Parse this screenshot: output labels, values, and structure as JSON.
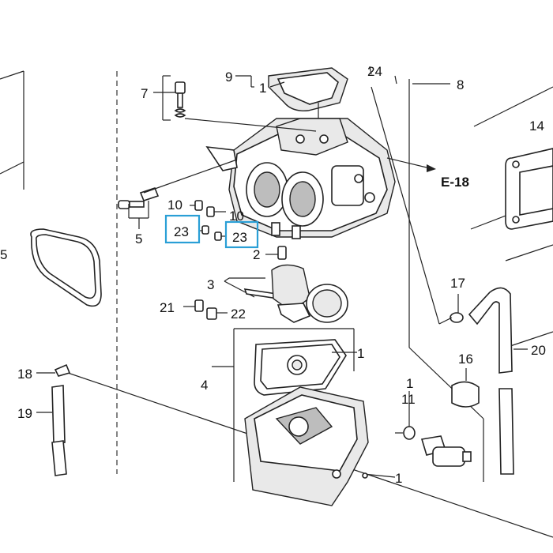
{
  "labels": {
    "p1_top": "1",
    "p1_gasket": "1",
    "p1_tube": "1",
    "p1_bottom": "1",
    "p2": "2",
    "p3": "3",
    "p4": "4",
    "p5_oring": "5",
    "p5_screw": "5",
    "p7": "7",
    "p8": "8",
    "p9": "9",
    "p10_left": "10",
    "p10_right": "10",
    "p11": "11",
    "p14": "14",
    "p16": "16",
    "p17": "17",
    "p18": "18",
    "p19": "19",
    "p20": "20",
    "p21": "21",
    "p22": "22",
    "p23_left": "23",
    "p23_right": "23",
    "p24": "24",
    "ref": "E-18"
  },
  "colors": {
    "highlight": "#2a9fd6",
    "line": "#222222"
  }
}
